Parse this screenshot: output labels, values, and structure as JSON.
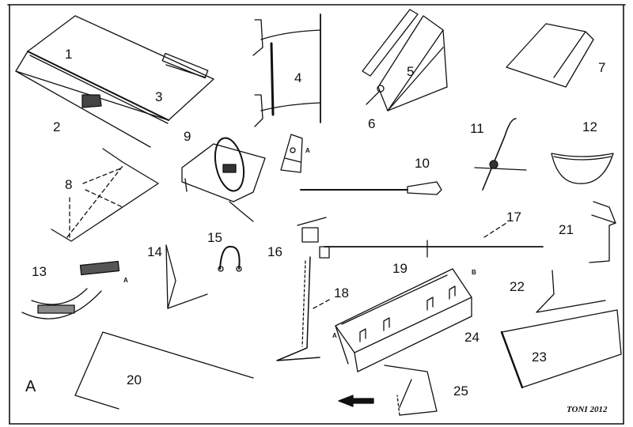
{
  "diagram": {
    "sheet_letter": "A",
    "signature": "TONI 2012",
    "part_labels": [
      "1",
      "2",
      "3",
      "4",
      "5",
      "6",
      "7",
      "8",
      "9",
      "10",
      "11",
      "12",
      "13",
      "14",
      "15",
      "16",
      "17",
      "18",
      "19",
      "20",
      "21",
      "22",
      "23",
      "24",
      "25"
    ],
    "sub_labels": [
      "A",
      "A",
      "A",
      "B"
    ],
    "icons": {
      "direction": "arrow-left-icon"
    },
    "colors": {
      "ink": "#111111",
      "paper": "#ffffff"
    }
  }
}
